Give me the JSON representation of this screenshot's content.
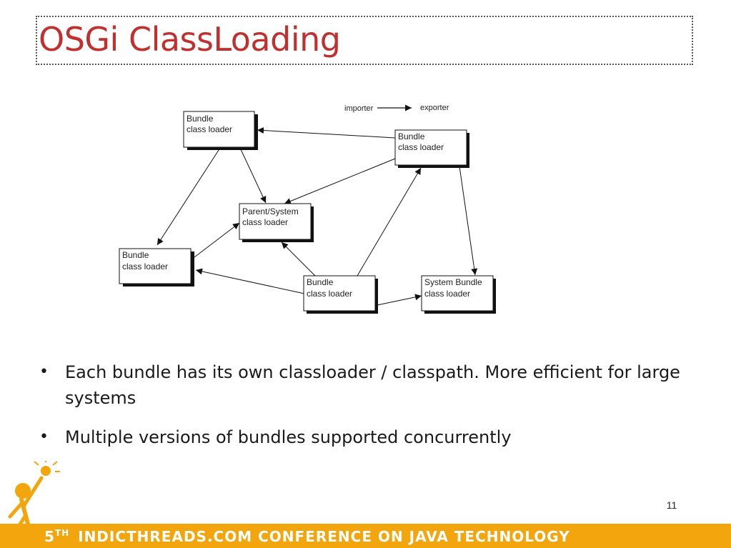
{
  "title": "OSGi ClassLoading",
  "diagram": {
    "legend": {
      "importer": "importer",
      "exporter": "exporter"
    },
    "nodes": [
      {
        "id": "b1",
        "line1": "Bundle",
        "line2": "class loader"
      },
      {
        "id": "b2",
        "line1": "Bundle",
        "line2": "class loader"
      },
      {
        "id": "ps",
        "line1": "Parent/System",
        "line2": "class loader"
      },
      {
        "id": "b3",
        "line1": "Bundle",
        "line2": "class loader"
      },
      {
        "id": "b4",
        "line1": "Bundle",
        "line2": "class loader"
      },
      {
        "id": "sb",
        "line1": "System Bundle",
        "line2": "class loader"
      }
    ]
  },
  "bullets": [
    "Each bundle has its own classloader / classpath. More efficient for large systems",
    "Multiple versions of bundles supported concurrently"
  ],
  "page_number": "11",
  "footer": {
    "number": "5",
    "sup": "TH",
    "text": "IndicThreads.com Conference on Java Technology"
  },
  "colors": {
    "title": "#c0302e",
    "footer_bar": "#f2a50c",
    "mascot": "#f2a50c"
  }
}
